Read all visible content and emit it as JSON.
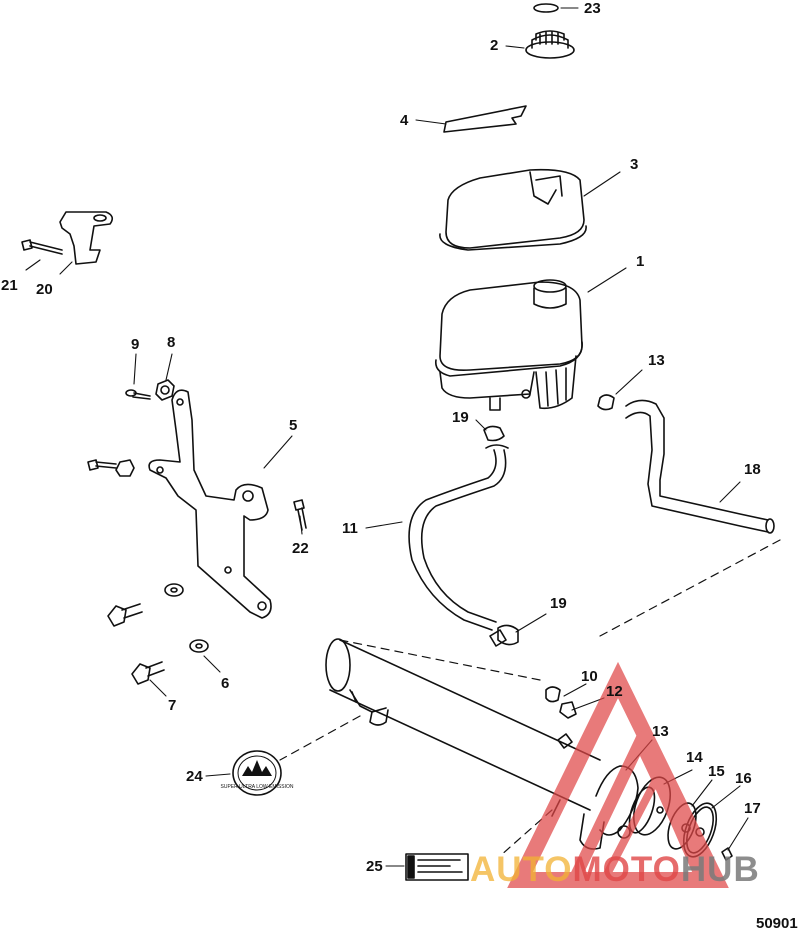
{
  "callouts": [
    {
      "id": "c23",
      "text": "23"
    },
    {
      "id": "c2",
      "text": "2"
    },
    {
      "id": "c4",
      "text": "4"
    },
    {
      "id": "c3",
      "text": "3"
    },
    {
      "id": "c1",
      "text": "1"
    },
    {
      "id": "c21",
      "text": "21"
    },
    {
      "id": "c20",
      "text": "20"
    },
    {
      "id": "c9",
      "text": "9"
    },
    {
      "id": "c8",
      "text": "8"
    },
    {
      "id": "c5",
      "text": "5"
    },
    {
      "id": "c19a",
      "text": "19"
    },
    {
      "id": "c13a",
      "text": "13"
    },
    {
      "id": "c18",
      "text": "18"
    },
    {
      "id": "c11",
      "text": "11"
    },
    {
      "id": "c22",
      "text": "22"
    },
    {
      "id": "c19b",
      "text": "19"
    },
    {
      "id": "c10",
      "text": "10"
    },
    {
      "id": "c12",
      "text": "12"
    },
    {
      "id": "c6",
      "text": "6"
    },
    {
      "id": "c7",
      "text": "7"
    },
    {
      "id": "c13b",
      "text": "13"
    },
    {
      "id": "c14",
      "text": "14"
    },
    {
      "id": "c15",
      "text": "15"
    },
    {
      "id": "c16",
      "text": "16"
    },
    {
      "id": "c17",
      "text": "17"
    },
    {
      "id": "c24",
      "text": "24"
    },
    {
      "id": "c25",
      "text": "25"
    }
  ],
  "drawing_number": "50901",
  "watermark": {
    "part1": "AUTO",
    "part2": "MOTO",
    "part3": "HUB"
  },
  "emission_label_text": "SUPER ULTRA LOW EMISSION",
  "colors": {
    "line": "#111111",
    "watermark_red": "#e04747",
    "watermark_orange": "#f2b233",
    "watermark_gray": "#7a7a7a"
  }
}
